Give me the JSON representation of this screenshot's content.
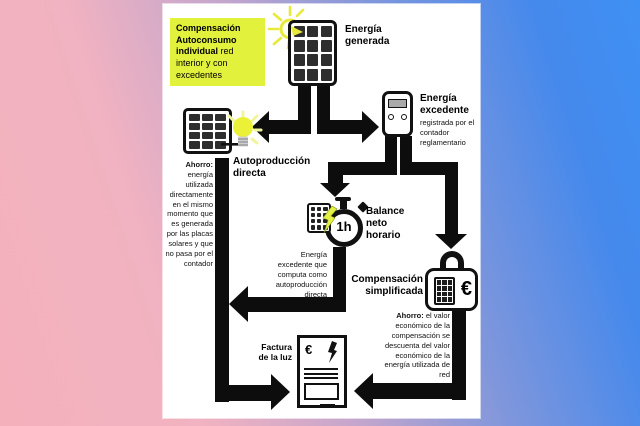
{
  "title_box": {
    "bold": "Compensación Autoconsumo individual",
    "regular": " red interior y con excedentes"
  },
  "energia_generada": {
    "label": "Energía generada"
  },
  "energia_excedente": {
    "title": "Energía excedente",
    "subtitle": "registrada por el contador reglamentario"
  },
  "autoproduccion": {
    "title": "Autoproducción directa",
    "ahorro_bold": "Ahorro:",
    "ahorro_text": " energía utilizada directamente en el mismo momento que es generada por las placas solares y que no pasa por el contador"
  },
  "balance": {
    "title": "Balance neto horario",
    "badge": "1h",
    "nota": "Energía excedente que computa como autoproducción directa"
  },
  "compensacion": {
    "title": "Compensación simplificada",
    "euro": "€",
    "ahorro_bold": "Ahorro:",
    "ahorro_text": " el valor económico de la compensación se descuenta del valor económico de la energía utilizada de red"
  },
  "factura": {
    "title": "Factura de la luz",
    "euro": "€"
  },
  "icons": {
    "sun": "sun-icon",
    "solar_panel": "solar-panel-icon",
    "bulb": "light-bulb-icon",
    "meter": "electric-meter-icon",
    "stopwatch": "stopwatch-icon",
    "lightning": "lightning-bolt-icon",
    "padlock": "padlock-icon",
    "bill": "bill-document-icon"
  },
  "colors": {
    "highlight": "#e2f13c",
    "arrow_black": "#0d0d0d",
    "bulb_yellow": "#ebf235",
    "bg_pink": "#f4b1bc",
    "bg_blue": "#3f90f4"
  }
}
